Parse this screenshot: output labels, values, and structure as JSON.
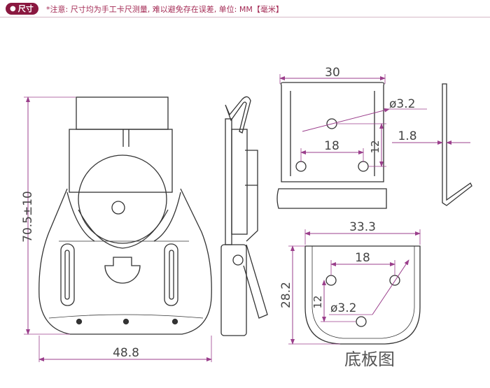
{
  "header": {
    "badge_label": "尺寸",
    "note": "*注意: 尺寸均为手工卡尺测量, 难以避免存在误差, 单位: MM【毫米】"
  },
  "dimensions": {
    "overall_height": "70.5±10",
    "overall_width": "48.8",
    "top_width": "30",
    "hole_diameter_top": "ø3.2",
    "hole_spacing_top": "18",
    "hole_offset_top": "12",
    "thickness": "1.8",
    "base_width": "33.3",
    "base_height": "28.2",
    "hole_spacing_base": "18",
    "hole_offset_base": "12",
    "hole_diameter_base": "ø3.2"
  },
  "labels": {
    "base_plate": "底板图"
  },
  "colors": {
    "badge": "#8a1840",
    "note_text": "#a42b55",
    "dimension_line": "#9b3f8c",
    "outline": "#333333"
  }
}
